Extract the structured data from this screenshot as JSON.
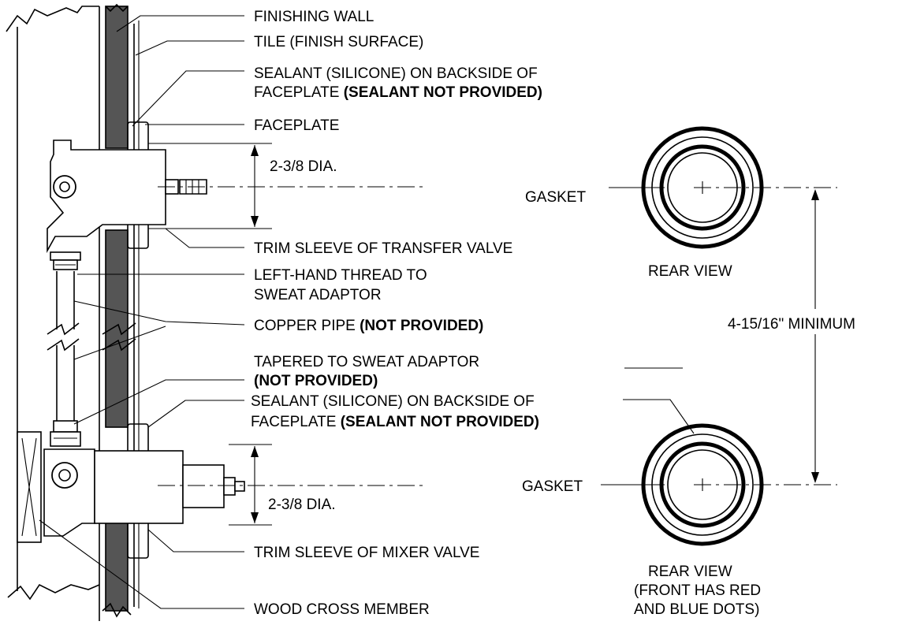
{
  "labels": {
    "finishing_wall": "FINISHING WALL",
    "tile": "TILE (FINISH SURFACE)",
    "sealant_top_line1": "SEALANT (SILICONE) ON BACKSIDE OF",
    "sealant_top_line2": "FACEPLATE ",
    "sealant_top_bold": "(SEALANT NOT PROVIDED)",
    "faceplate": "FACEPLATE",
    "dia_top": "2-3/8 DIA.",
    "trim_transfer": "TRIM SLEEVE OF TRANSFER VALVE",
    "left_hand_line1": "LEFT-HAND THREAD TO",
    "left_hand_line2": "SWEAT ADAPTOR",
    "copper_pipe": "COPPER PIPE ",
    "copper_pipe_bold": "(NOT PROVIDED)",
    "tapered_line1": "TAPERED TO SWEAT ADAPTOR",
    "tapered_bold": "(NOT PROVIDED)",
    "sealant_bot_line1": "SEALANT (SILICONE) ON BACKSIDE OF",
    "sealant_bot_line2": "FACEPLATE ",
    "sealant_bot_bold": "(SEALANT NOT PROVIDED)",
    "dia_bot": "2-3/8 DIA.",
    "trim_mixer": "TRIM SLEEVE OF MIXER VALVE",
    "wood_cross": "WOOD CROSS MEMBER",
    "gasket_top": "GASKET",
    "rear_view_top": "REAR VIEW",
    "minimum": "4-15/16\" MINIMUM",
    "gasket_bot": "GASKET",
    "rear_view_bot_line1": "REAR VIEW",
    "rear_view_bot_line2": "(FRONT HAS RED",
    "rear_view_bot_line3": "AND BLUE DOTS)"
  }
}
